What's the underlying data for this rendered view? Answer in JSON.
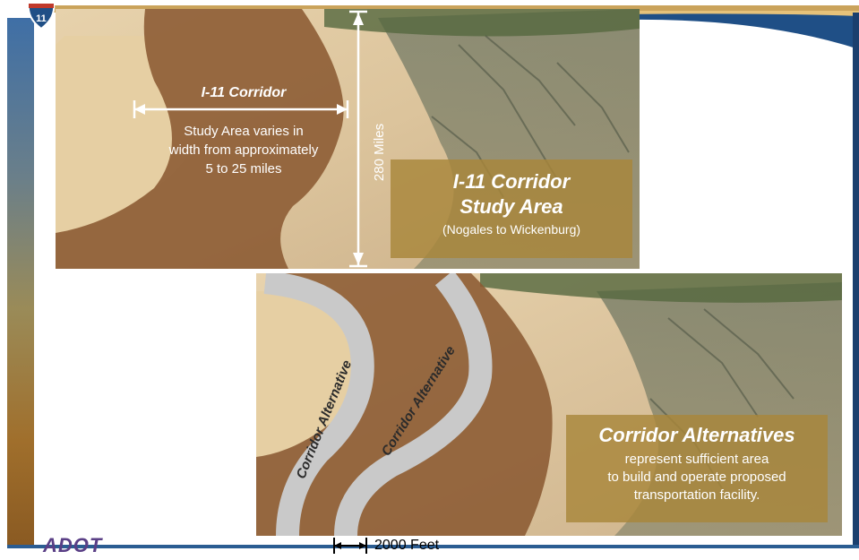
{
  "logo": {
    "shield_number": "11",
    "footer_logo": "ADOT"
  },
  "top_map": {
    "corridor_title": "I-11 Corridor",
    "corridor_desc": [
      "Study Area varies in",
      "width from approximately",
      "5 to 25 miles"
    ],
    "length_label": "280 Miles",
    "caption": {
      "title_line1": "I-11 Corridor",
      "title_line2": "Study Area",
      "subtitle": "(Nogales to Wickenburg)"
    }
  },
  "bottom_map": {
    "alternative_label_1": "Corridor Alternative",
    "alternative_label_2": "Corridor Alternative",
    "caption": {
      "title": "Corridor Alternatives",
      "lines": [
        "represent sufficient area",
        "to build and operate proposed",
        "transportation facility."
      ]
    },
    "scale_label": "2000 Feet"
  },
  "colors": {
    "header_blue": "#1f4f86",
    "band_gold": "#caa35b",
    "corridor_brown": "#8b5a32",
    "caption_gold": "#a8863a",
    "alt_gray": "#c9c9c9",
    "adot_purple": "#5a3f86"
  }
}
